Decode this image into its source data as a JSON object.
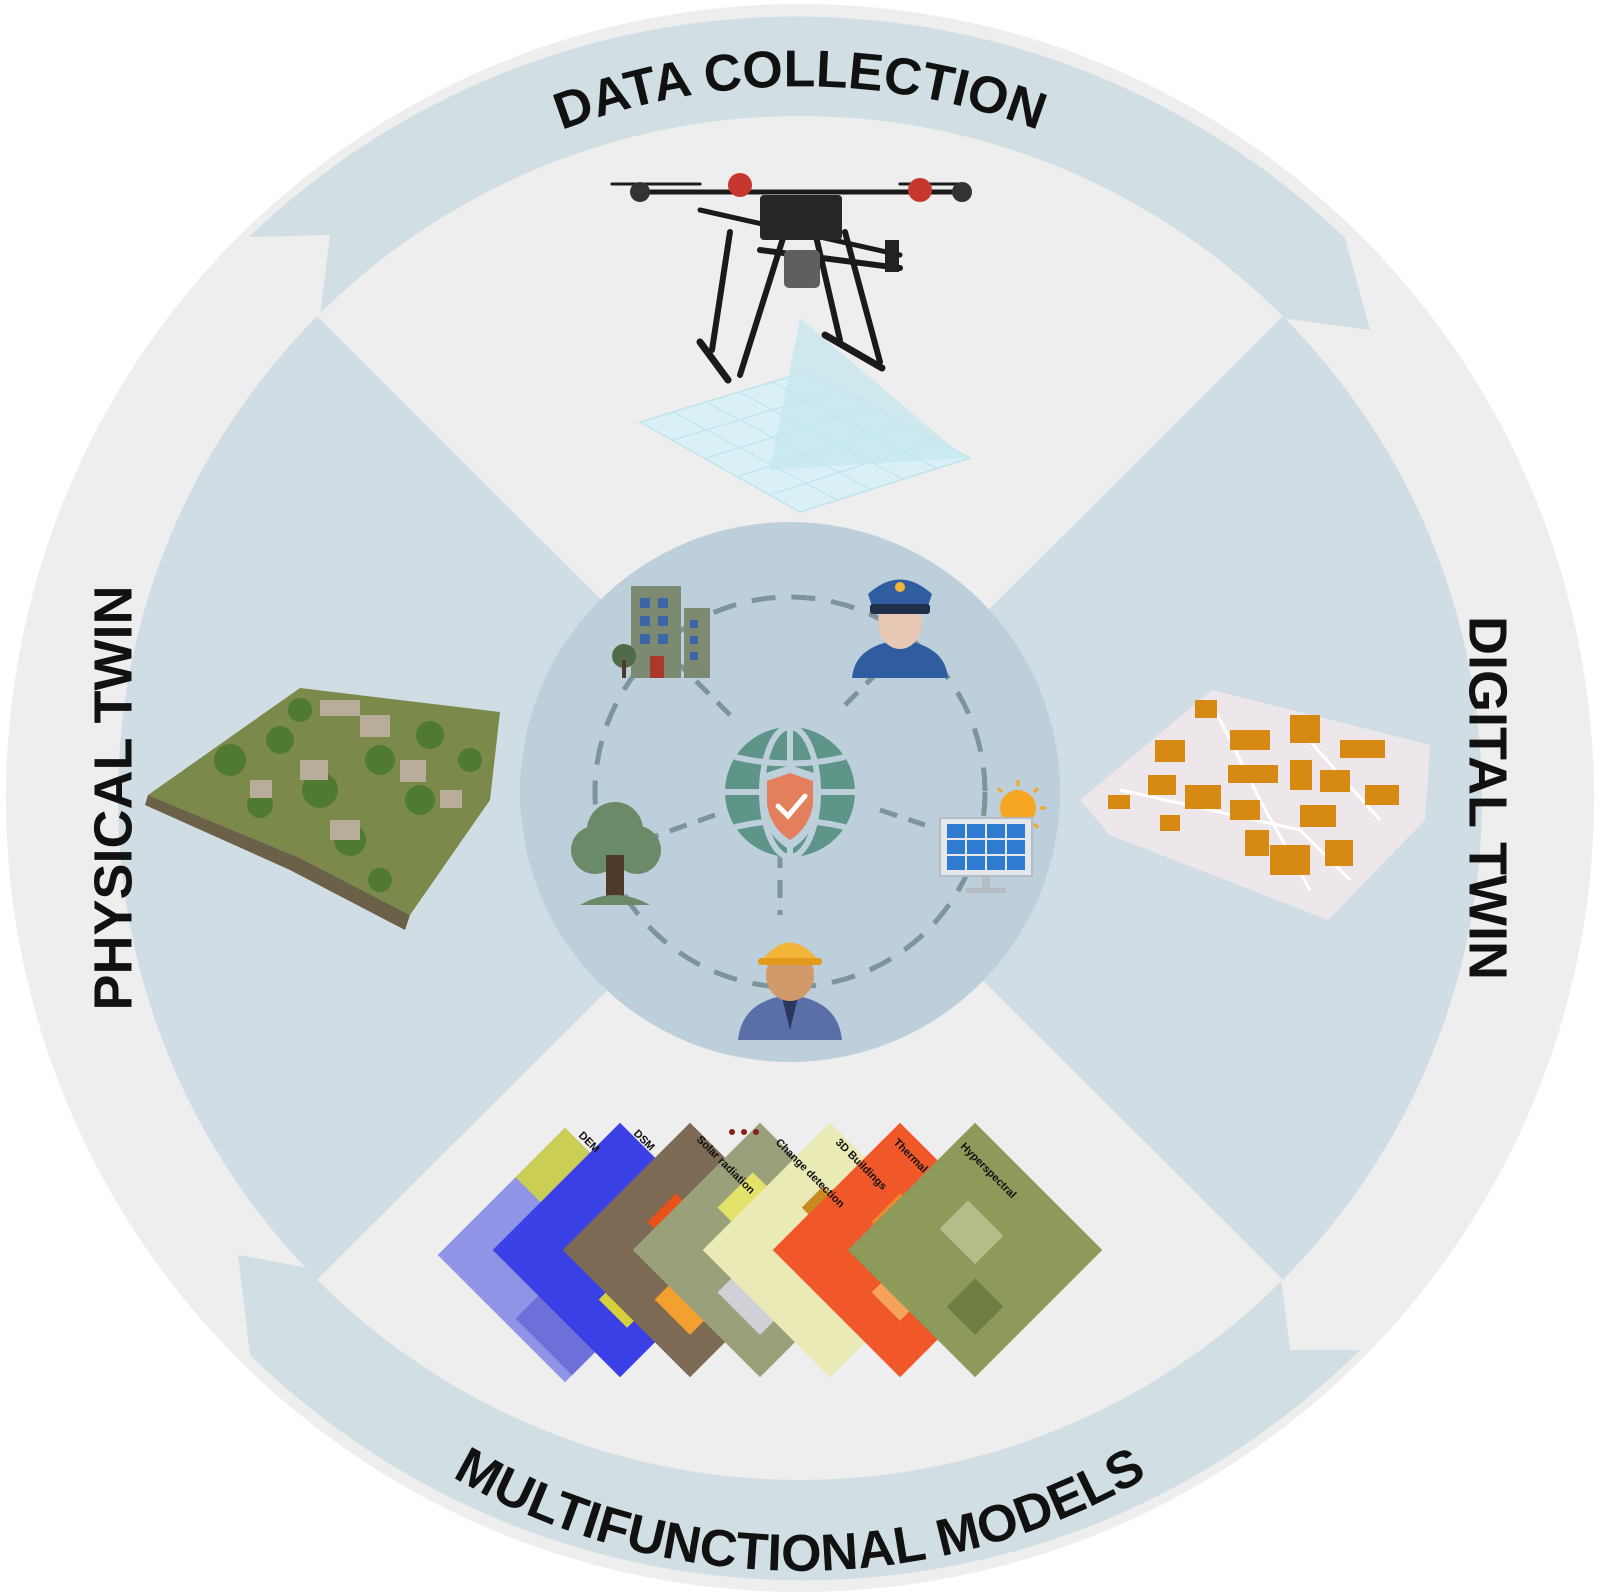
{
  "diagram": {
    "stages": {
      "top": "DATA COLLECTION",
      "right": "DIGITAL TWIN",
      "bottom": "MULTIFUNCTIONAL MODELS",
      "left": "PHYSICAL TWIN"
    },
    "model_layers": [
      {
        "label": "DEM"
      },
      {
        "label": "DSM"
      },
      {
        "label": "Solar radiation"
      },
      {
        "label": "Change detection"
      },
      {
        "label": "3D Buildings"
      },
      {
        "label": "Thermal"
      },
      {
        "label": "Hyperspectral"
      }
    ],
    "stakeholders": [
      {
        "icon": "building-icon"
      },
      {
        "icon": "police-officer-icon"
      },
      {
        "icon": "solar-panel-icon"
      },
      {
        "icon": "construction-worker-icon"
      },
      {
        "icon": "tree-icon"
      }
    ],
    "hub_icon": "globe-shield-icon"
  },
  "colors": {
    "outer_ring": "#eeeeee",
    "ring_arrow": "#d1dfe5",
    "side_quadrant": "#d0dde4",
    "center_circle": "#bccfdb",
    "dashed_link": "#7d949b",
    "building_orange": "#d68a14"
  }
}
